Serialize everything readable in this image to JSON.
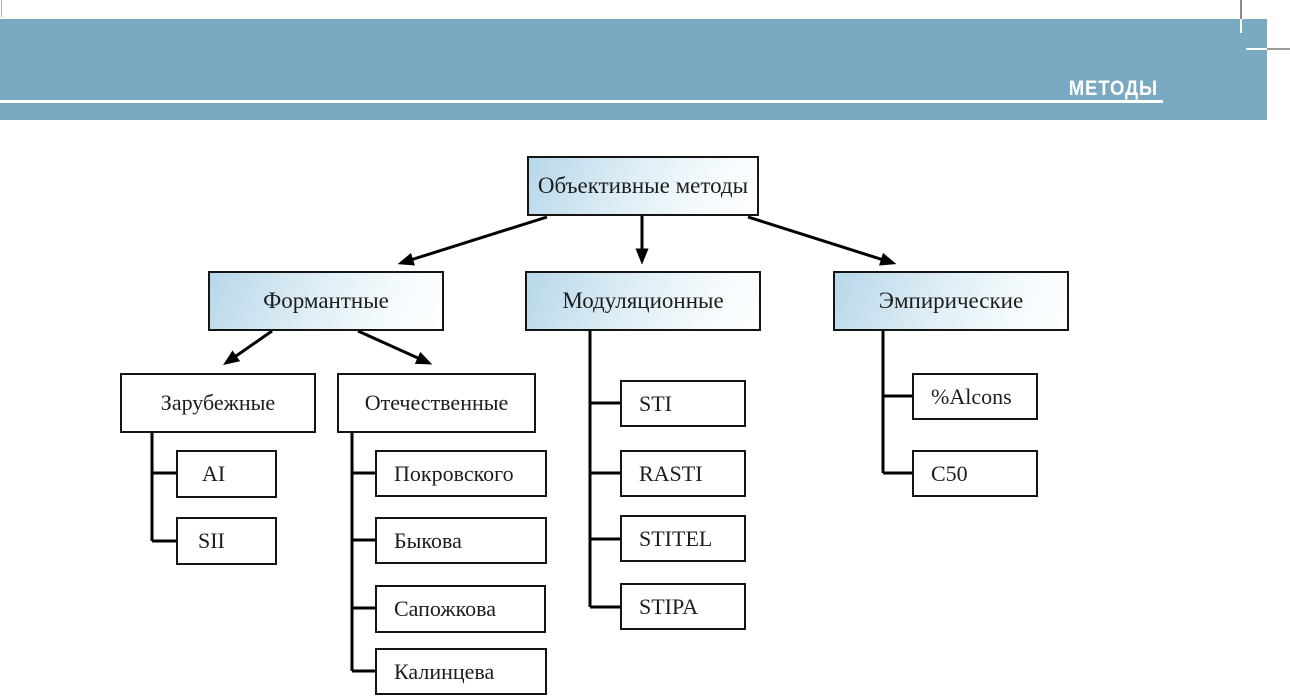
{
  "header": {
    "title": "МЕТОДЫ",
    "bar_color": "#79aac2",
    "underline_color": "#ffffff",
    "title_color": "#ffffff"
  },
  "diagram": {
    "tree": {
      "label": "Объективные методы",
      "children": [
        {
          "label": "Формантные",
          "children": [
            {
              "label": "Зарубежные",
              "children": [
                {
                  "label": "AI"
                },
                {
                  "label": "SII"
                }
              ]
            },
            {
              "label": "Отечественные",
              "children": [
                {
                  "label": "Покровского"
                },
                {
                  "label": "Быкова"
                },
                {
                  "label": "Сапожкова"
                },
                {
                  "label": "Калинцева"
                }
              ]
            }
          ]
        },
        {
          "label": "Модуляционные",
          "children": [
            {
              "label": "STI"
            },
            {
              "label": "RASTI"
            },
            {
              "label": "STITEL"
            },
            {
              "label": "STIPA"
            }
          ]
        },
        {
          "label": "Эмпирические",
          "children": [
            {
              "label": "%Alcons"
            },
            {
              "label": "C50"
            }
          ]
        }
      ]
    }
  },
  "colors": {
    "node_border": "#151515",
    "node_gradient_start": "#b7d7e9",
    "node_gradient_end": "#fdfeff",
    "connector": "#000000"
  }
}
